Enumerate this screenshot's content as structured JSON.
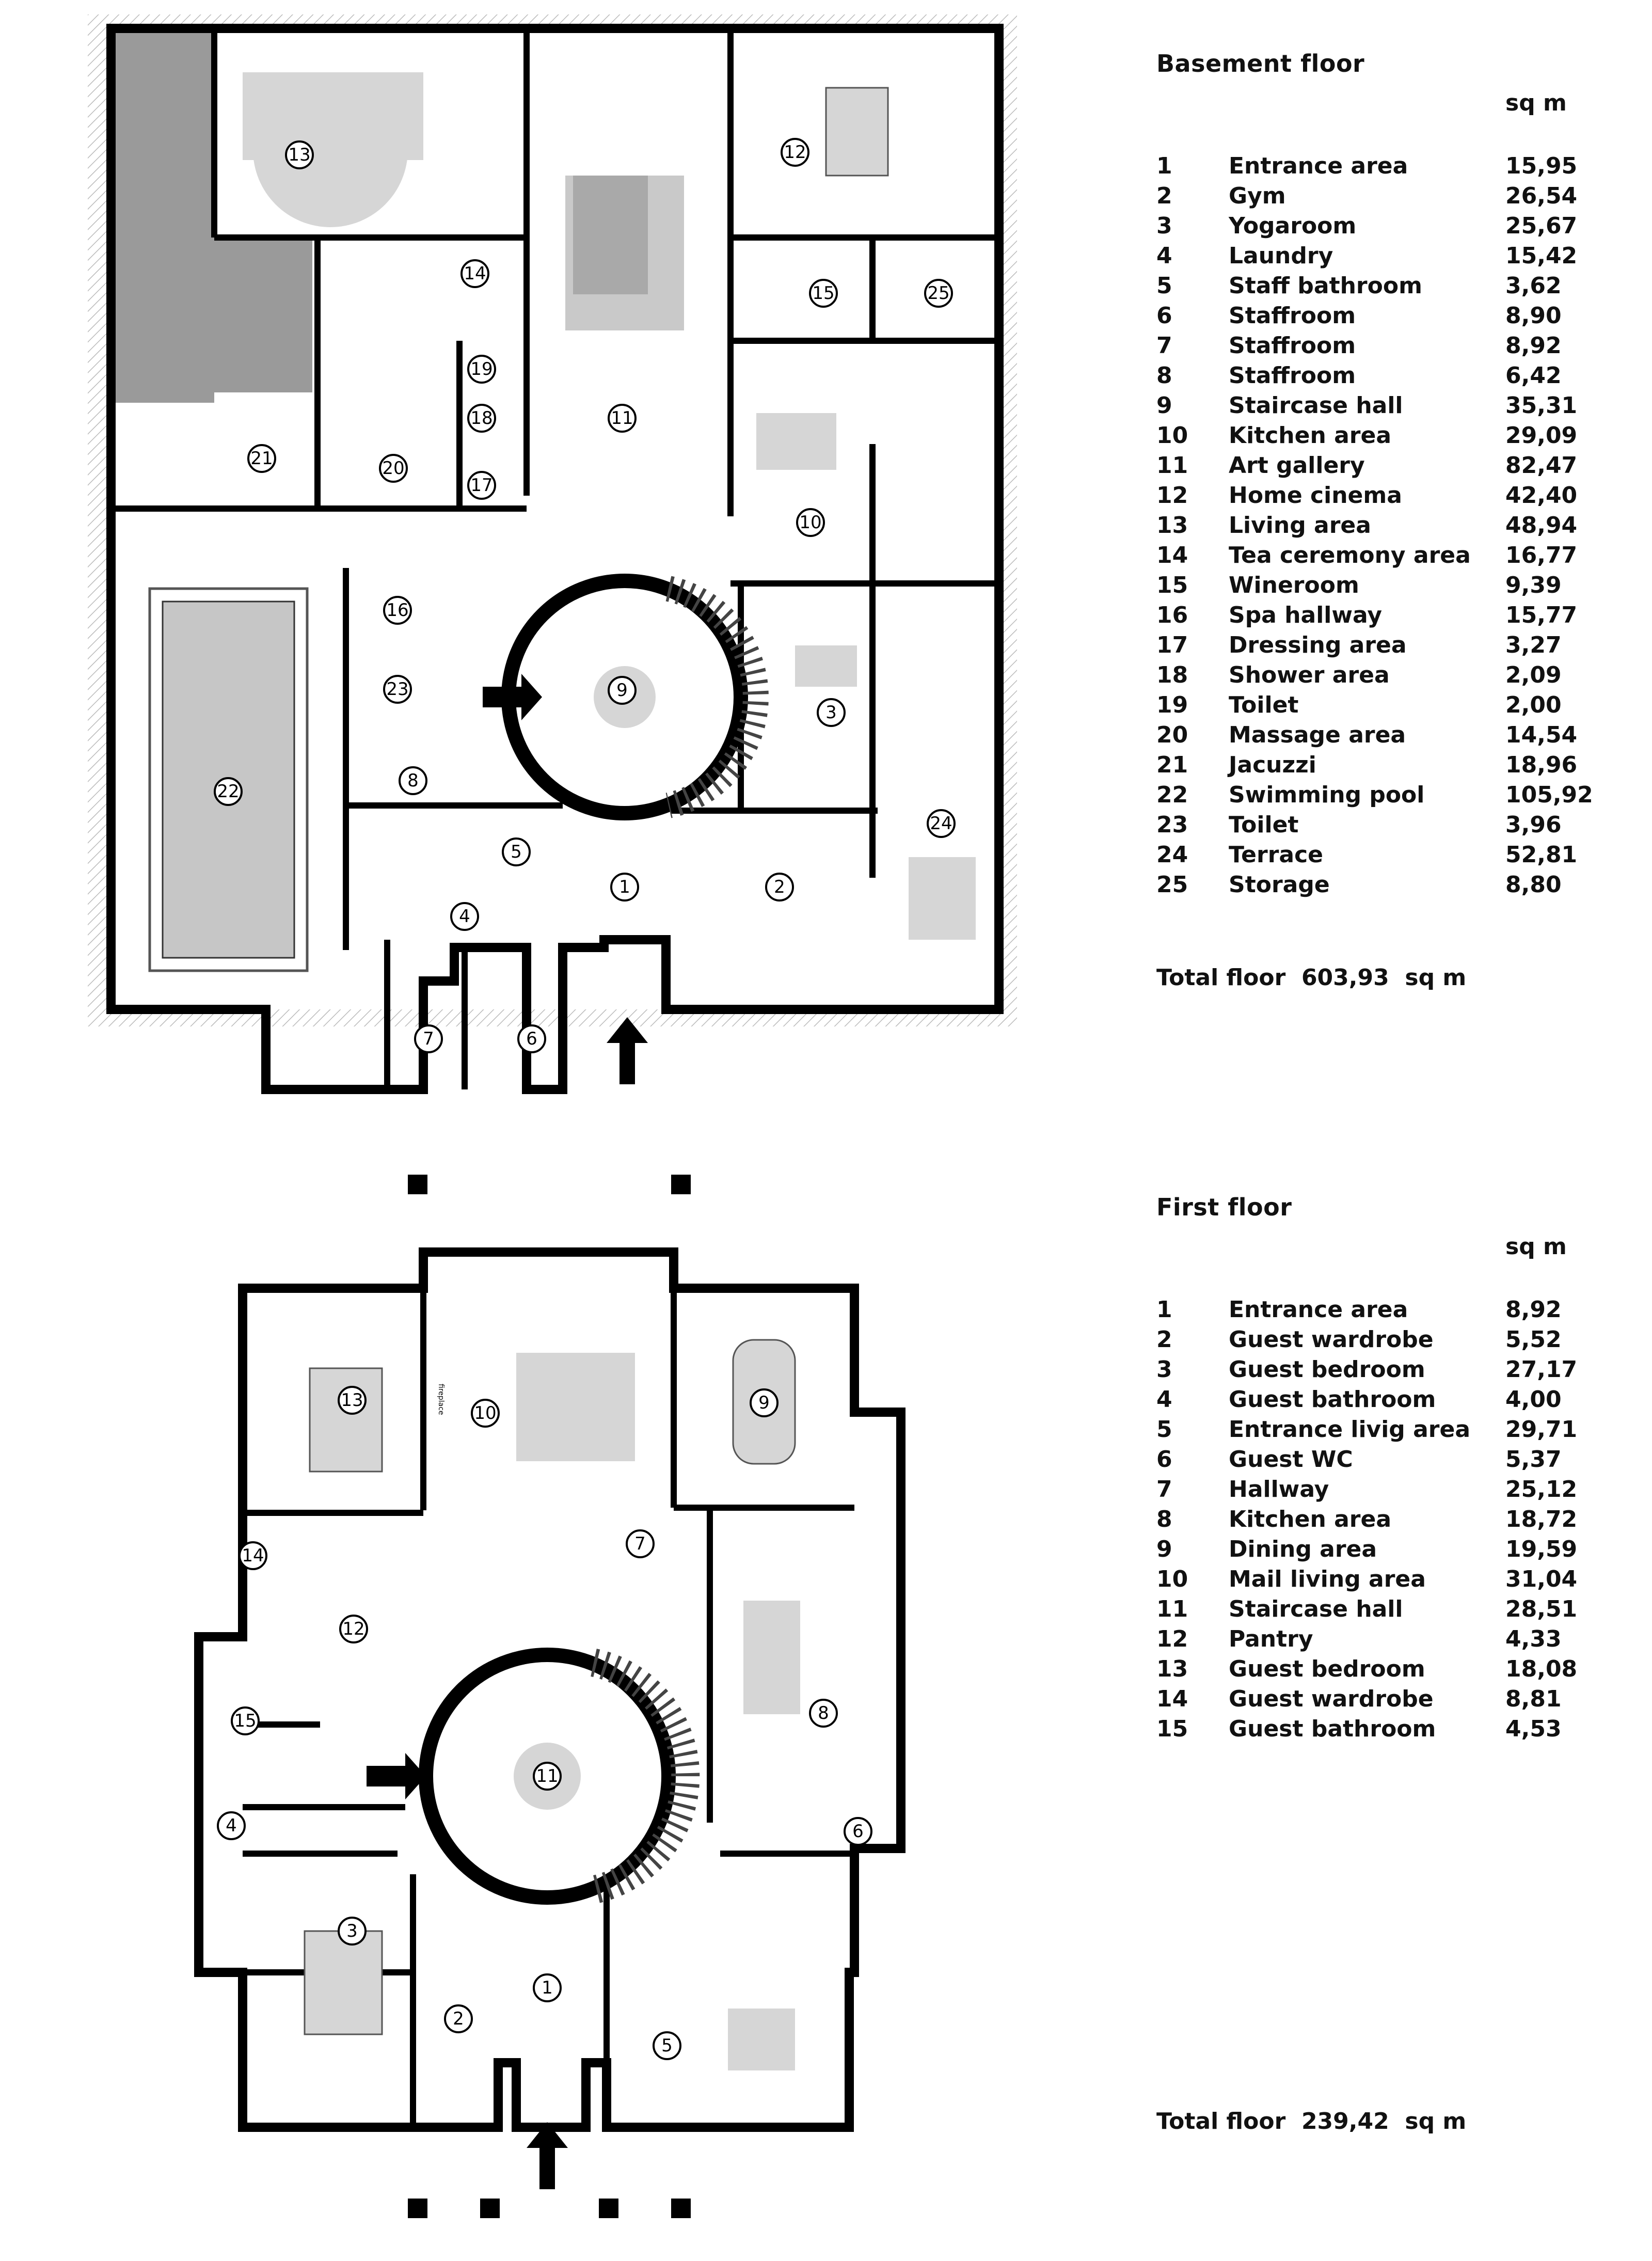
{
  "floors": [
    {
      "title": "Basement floor",
      "unit": "sq m",
      "rooms": [
        {
          "n": "1",
          "name": "Entrance area",
          "area": "15,95"
        },
        {
          "n": "2",
          "name": "Gym",
          "area": "26,54"
        },
        {
          "n": "3",
          "name": "Yogaroom",
          "area": "25,67"
        },
        {
          "n": "4",
          "name": "Laundry",
          "area": "15,42"
        },
        {
          "n": "5",
          "name": "Staff bathroom",
          "area": "3,62"
        },
        {
          "n": "6",
          "name": "Staffroom",
          "area": "8,90"
        },
        {
          "n": "7",
          "name": "Staffroom",
          "area": "8,92"
        },
        {
          "n": "8",
          "name": "Staffroom",
          "area": "6,42"
        },
        {
          "n": "9",
          "name": "Staircase hall",
          "area": "35,31"
        },
        {
          "n": "10",
          "name": "Kitchen area",
          "area": "29,09"
        },
        {
          "n": "11",
          "name": "Art gallery",
          "area": "82,47"
        },
        {
          "n": "12",
          "name": "Home cinema",
          "area": "42,40"
        },
        {
          "n": "13",
          "name": "Living area",
          "area": "48,94"
        },
        {
          "n": "14",
          "name": "Tea ceremony area",
          "area": "16,77"
        },
        {
          "n": "15",
          "name": "Wineroom",
          "area": "9,39"
        },
        {
          "n": "16",
          "name": "Spa hallway",
          "area": "15,77"
        },
        {
          "n": "17",
          "name": "Dressing area",
          "area": "3,27"
        },
        {
          "n": "18",
          "name": "Shower area",
          "area": "2,09"
        },
        {
          "n": "19",
          "name": "Toilet",
          "area": "2,00"
        },
        {
          "n": "20",
          "name": "Massage area",
          "area": "14,54"
        },
        {
          "n": "21",
          "name": "Jacuzzi",
          "area": "18,96"
        },
        {
          "n": "22",
          "name": "Swimming pool",
          "area": "105,92"
        },
        {
          "n": "23",
          "name": "Toilet",
          "area": "3,96"
        },
        {
          "n": "24",
          "name": "Terrace",
          "area": "52,81"
        },
        {
          "n": "25",
          "name": "Storage",
          "area": "8,80"
        }
      ],
      "total_label": "Total floor",
      "total_value": "603,93",
      "total_unit": "sq m"
    },
    {
      "title": "First floor",
      "unit": "sq m",
      "rooms": [
        {
          "n": "1",
          "name": "Entrance area",
          "area": "8,92"
        },
        {
          "n": "2",
          "name": "Guest wardrobe",
          "area": "5,52"
        },
        {
          "n": "3",
          "name": "Guest bedroom",
          "area": "27,17"
        },
        {
          "n": "4",
          "name": "Guest bathroom",
          "area": "4,00"
        },
        {
          "n": "5",
          "name": "Entrance livig area",
          "area": "29,71"
        },
        {
          "n": "6",
          "name": "Guest WC",
          "area": "5,37"
        },
        {
          "n": "7",
          "name": "Hallway",
          "area": "25,12"
        },
        {
          "n": "8",
          "name": "Kitchen area",
          "area": "18,72"
        },
        {
          "n": "9",
          "name": "Dining area",
          "area": "19,59"
        },
        {
          "n": "10",
          "name": "Mail living area",
          "area": "31,04"
        },
        {
          "n": "11",
          "name": "Staircase hall",
          "area": "28,51"
        },
        {
          "n": "12",
          "name": "Pantry",
          "area": "4,33"
        },
        {
          "n": "13",
          "name": "Guest bedroom",
          "area": "18,08"
        },
        {
          "n": "14",
          "name": "Guest wardrobe",
          "area": "8,81"
        },
        {
          "n": "15",
          "name": "Guest bathroom",
          "area": "4,53"
        }
      ],
      "total_label": "Total floor",
      "total_value": "239,42",
      "total_unit": "sq m"
    }
  ],
  "plan_labels": {
    "basement": [
      "1",
      "2",
      "3",
      "4",
      "5",
      "6",
      "7",
      "8",
      "9",
      "10",
      "11",
      "12",
      "13",
      "14",
      "15",
      "16",
      "17",
      "18",
      "19",
      "20",
      "21",
      "22",
      "23",
      "24",
      "25"
    ],
    "first": [
      "1",
      "2",
      "3",
      "4",
      "5",
      "6",
      "7",
      "8",
      "9",
      "10",
      "11",
      "12",
      "13",
      "14",
      "15"
    ],
    "fixture_note": "fireplace"
  },
  "colors": {
    "wall": "#000000",
    "fill": "#d6d6d6",
    "garden": "#8a8a8a",
    "paper": "#ffffff"
  }
}
